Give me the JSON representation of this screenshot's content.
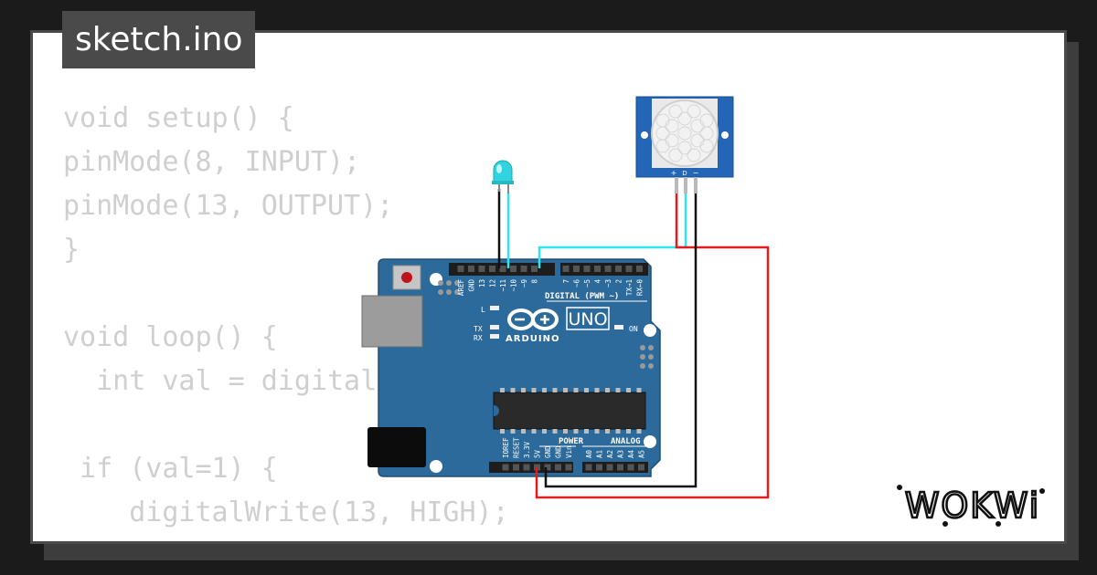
{
  "file_tab": {
    "label": "sketch.ino"
  },
  "code_lines": [
    "void setup() {",
    "pinMode(8, INPUT);",
    "pinMode(13, OUTPUT);",
    "}",
    "",
    "void loop() {",
    "  int val = digitalRead(8);",
    "",
    " if (val=1) {",
    "    digitalWrite(13, HIGH);",
    "  }"
  ],
  "board": {
    "model": "UNO",
    "brand": "ARDUINO",
    "digital_header": "DIGITAL (PWM ~)",
    "power_header": "POWER",
    "analog_header": "ANALOG IN",
    "on_label": "ON",
    "l_label": "L",
    "tx_label": "TX",
    "rx_label": "RX",
    "digital_pins": [
      "AREF",
      "GND",
      "13",
      "12",
      "~11",
      "~10",
      "~9",
      "8",
      "7",
      "~6",
      "~5",
      "4",
      "~3",
      "2",
      "TX→1",
      "RX←0"
    ],
    "power_pins": [
      "IOREF",
      "RESET",
      "3.3V",
      "5V",
      "GND",
      "GND",
      "Vin"
    ],
    "analog_pins": [
      "A0",
      "A1",
      "A2",
      "A3",
      "A4",
      "A5"
    ]
  },
  "pir": {
    "pin_labels": [
      "+",
      "D",
      "−"
    ]
  },
  "brand_logo": {
    "text": "WOKWi"
  },
  "colors": {
    "board": "#2b6a9a",
    "wire_red": "#e31b1b",
    "wire_cyan": "#2ee6f0",
    "wire_black": "#111111",
    "led": "#2fd4e0",
    "code_text": "#cfcfcf"
  }
}
